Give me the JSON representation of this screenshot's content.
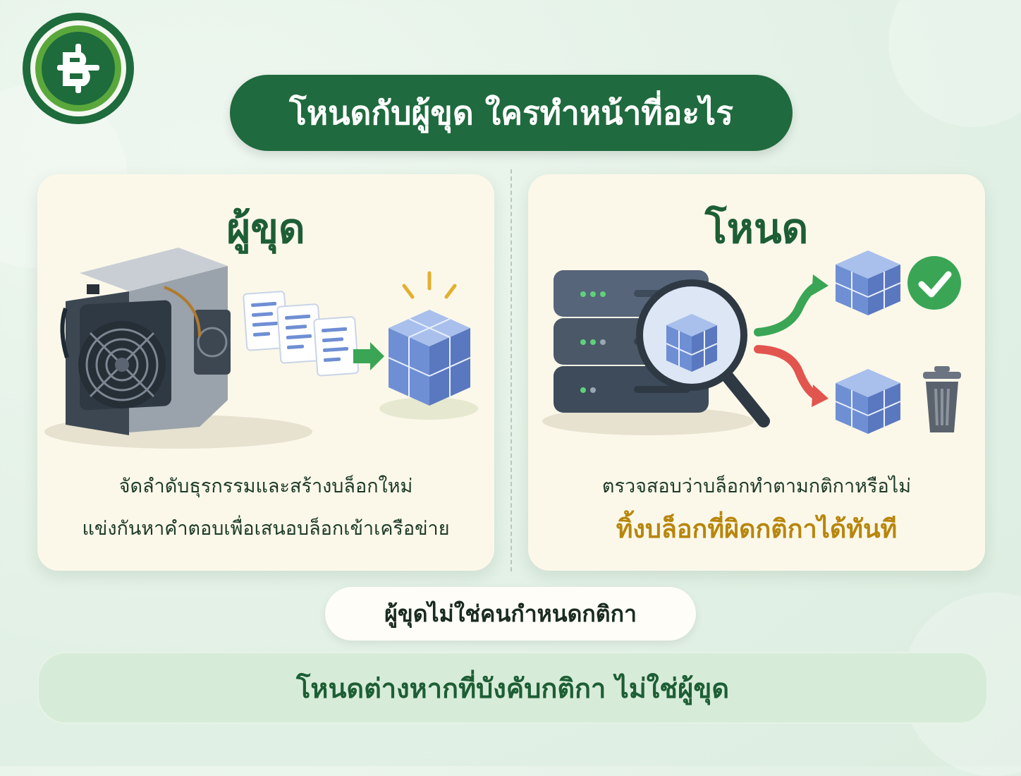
{
  "header": {
    "title": "โหนดกับผู้ขุด ใครทำหน้าที่อะไร"
  },
  "miner_card": {
    "heading": "ผู้ขุด",
    "line1": "จัดลำดับธุรกรรมและสร้างบล็อกใหม่",
    "line2": "แข่งกันหาคำตอบเพื่อเสนอบล็อกเข้าเครือข่าย"
  },
  "node_card": {
    "heading": "โหนด",
    "line1": "ตรวจสอบว่าบล็อกทำตามกติกาหรือไม่",
    "line2": "ทิ้งบล็อกที่ผิดกติกาได้ทันที"
  },
  "note": {
    "text": "ผู้ขุดไม่ใช่คนกำหนดกติกา"
  },
  "footer": {
    "text": "โหนดต่างหากที่บังคับกติกา ไม่ใช่ผู้ขุด"
  },
  "colors": {
    "primary_green": "#1f6a3e",
    "accent_gold": "#b8860b",
    "card_bg": "#fbf8ea",
    "check_green": "#3aa655",
    "reject_red": "#e2554f"
  },
  "icons": [
    "baht-logo-icon",
    "mining-rig-icon",
    "transaction-document-icon",
    "block-cube-icon",
    "server-stack-icon",
    "magnifier-icon",
    "check-icon",
    "trash-icon"
  ]
}
